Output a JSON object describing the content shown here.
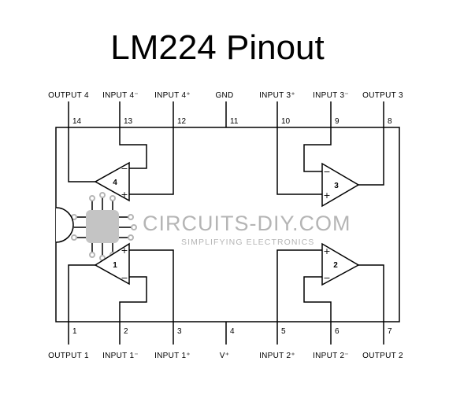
{
  "title": "LM224 Pinout",
  "top_pins": [
    {
      "label": "OUTPUT 4",
      "num": "14"
    },
    {
      "label": "INPUT 4⁻",
      "num": "13"
    },
    {
      "label": "INPUT 4⁺",
      "num": "12"
    },
    {
      "label": "GND",
      "num": "11"
    },
    {
      "label": "INPUT 3⁺",
      "num": "10"
    },
    {
      "label": "INPUT 3⁻",
      "num": "9"
    },
    {
      "label": "OUTPUT 3",
      "num": "8"
    }
  ],
  "bottom_pins": [
    {
      "label": "OUTPUT 1",
      "num": "1"
    },
    {
      "label": "INPUT 1⁻",
      "num": "2"
    },
    {
      "label": "INPUT 1⁺",
      "num": "3"
    },
    {
      "label": "V⁺",
      "num": "4"
    },
    {
      "label": "INPUT 2⁺",
      "num": "5"
    },
    {
      "label": "INPUT 2⁻",
      "num": "6"
    },
    {
      "label": "OUTPUT 2",
      "num": "7"
    }
  ],
  "amplifiers": [
    {
      "id": "4",
      "plus": "+",
      "minus": "−"
    },
    {
      "id": "3",
      "plus": "+",
      "minus": "−"
    },
    {
      "id": "1",
      "plus": "+",
      "minus": "−"
    },
    {
      "id": "2",
      "plus": "+",
      "minus": "−"
    }
  ],
  "watermark": {
    "brand": "CIRCUITS-DIY.COM",
    "tagline": "SIMPLIFYING ELECTRONICS",
    "icon": "chip-logo-icon"
  }
}
